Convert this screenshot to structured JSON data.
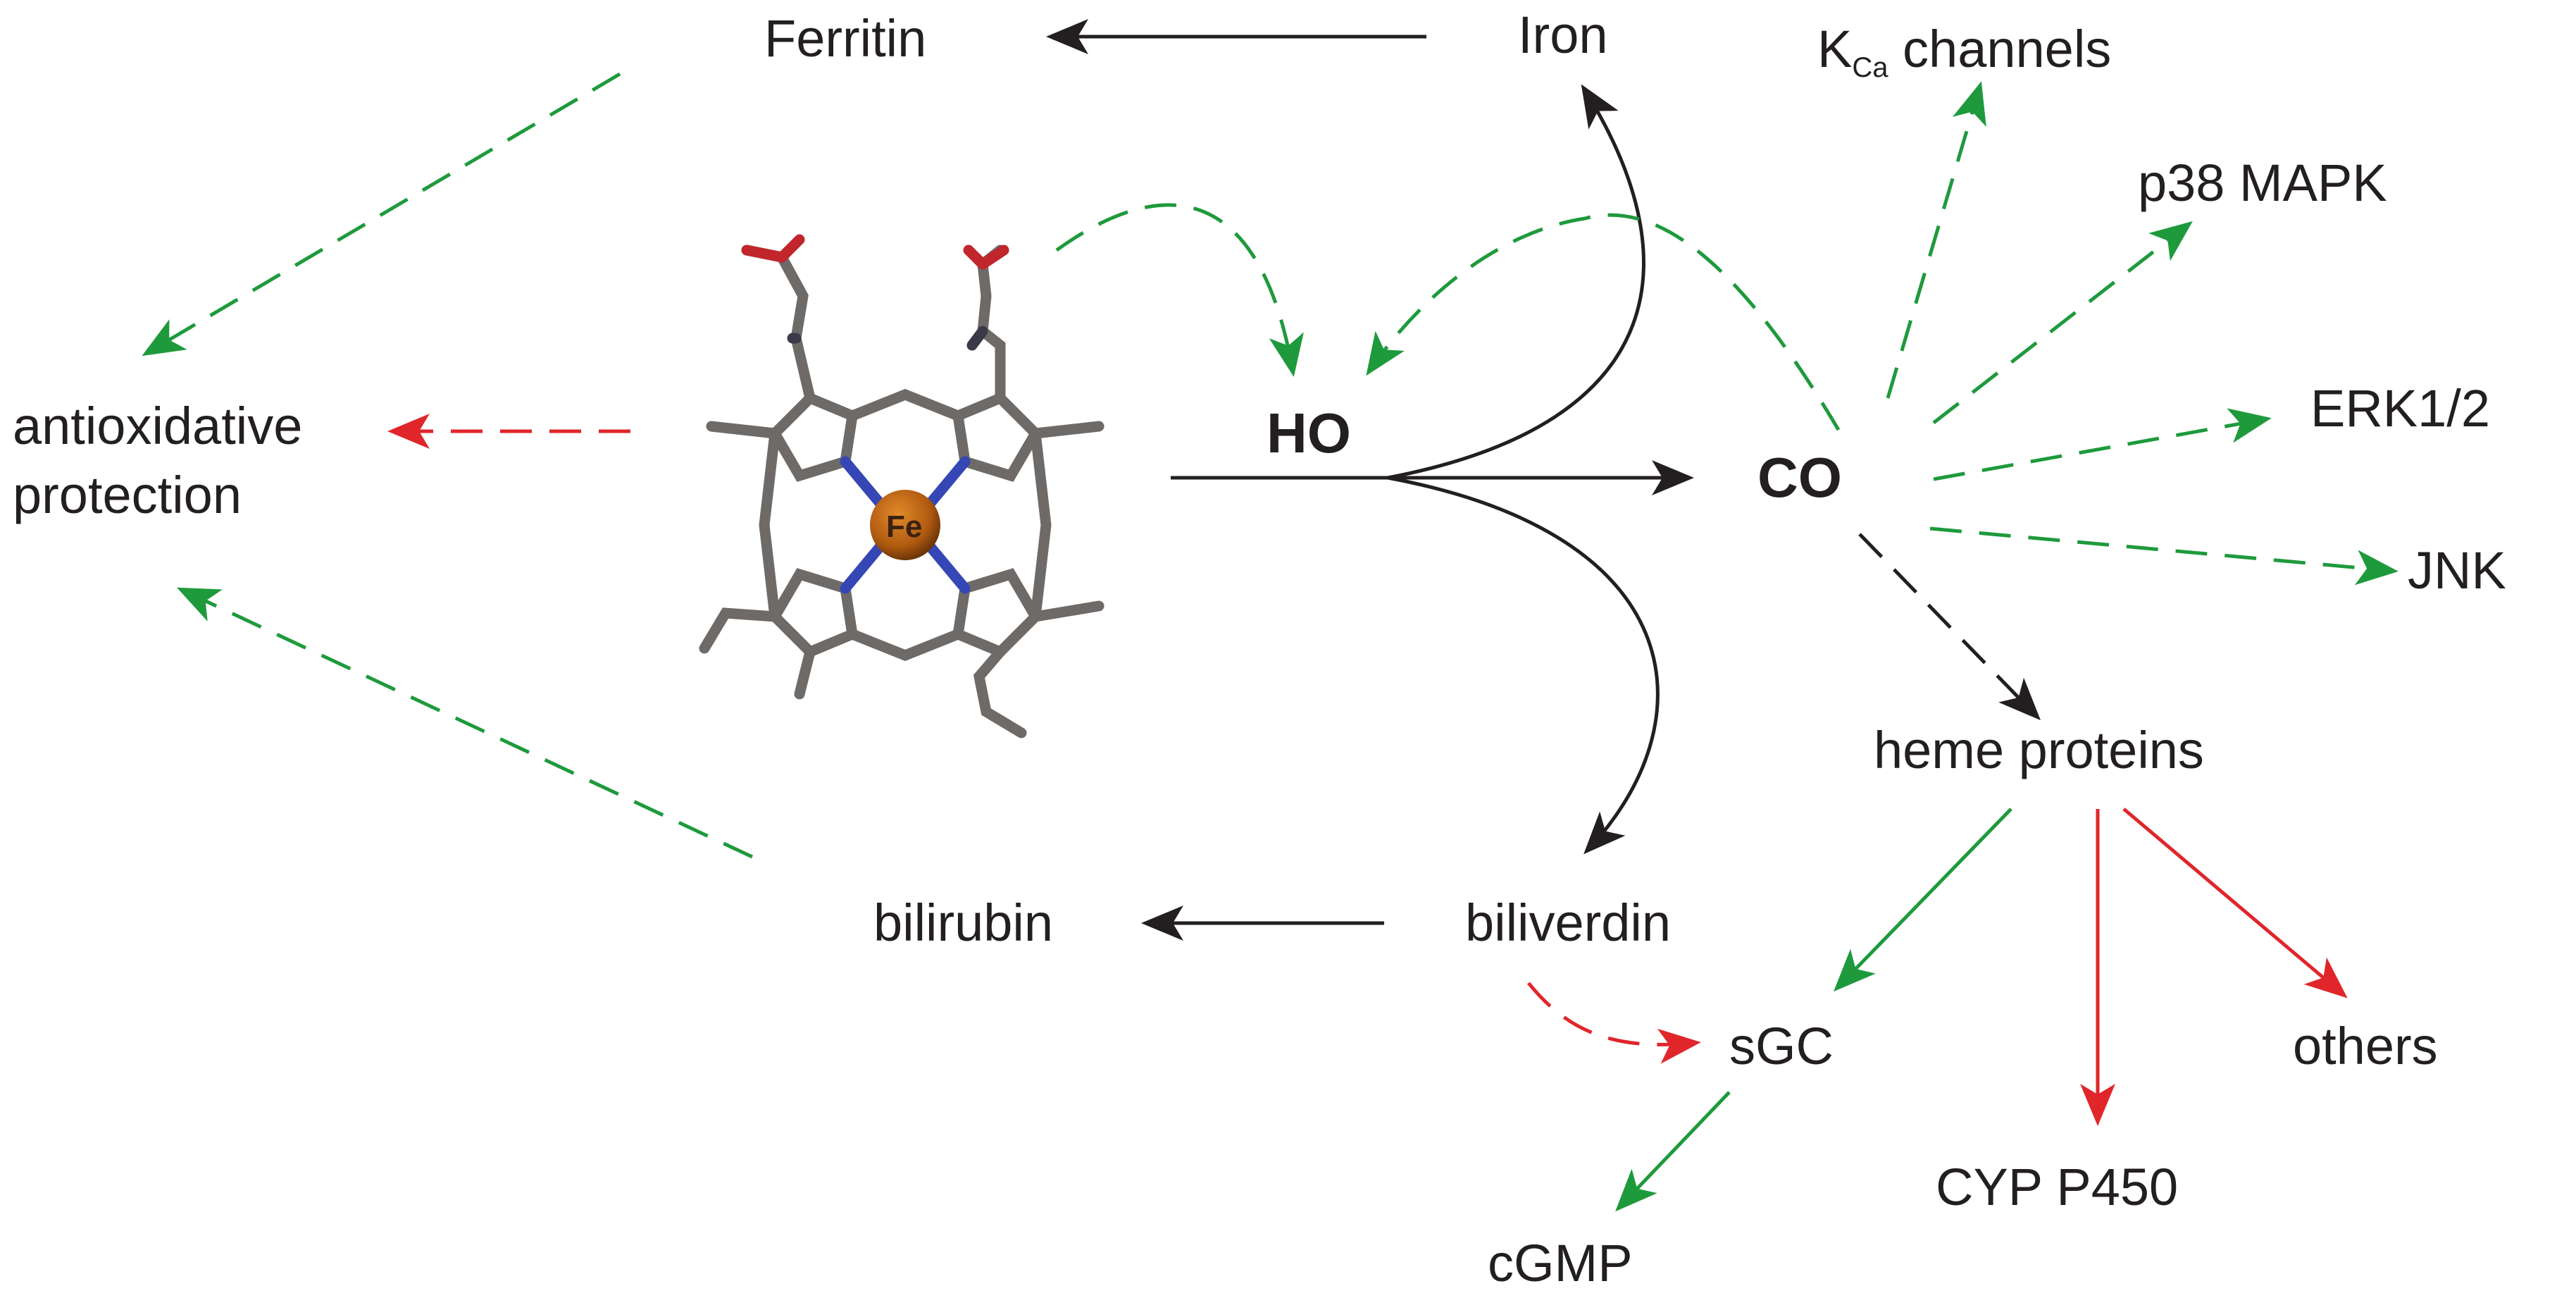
{
  "colors": {
    "black": "#231f20",
    "green": "#1e9a3c",
    "red": "#e0262b",
    "iron_atom": "#b8600f",
    "nitrogen": "#3546b5",
    "oxygen": "#c0262b",
    "carbon": "#6d6a68"
  },
  "nodes": {
    "ferritin": "Ferritin",
    "iron": "Iron",
    "kca_k": "K",
    "kca_sub": "Ca",
    "kca_rest": " channels",
    "p38": "p38 MAPK",
    "erk": "ERK1/2",
    "jnk": "JNK",
    "antioxidative_line1": "antioxidative",
    "antioxidative_line2": "protection",
    "ho": "HO",
    "co": "CO",
    "heme_proteins": "heme proteins",
    "bilirubin": "bilirubin",
    "biliverdin": "biliverdin",
    "sgc": "sGC",
    "others": "others",
    "cyp": "CYP P450",
    "cgmp": "cGMP",
    "fe": "Fe"
  },
  "icons": {
    "heme_molecule": "heme-molecule-icon"
  }
}
